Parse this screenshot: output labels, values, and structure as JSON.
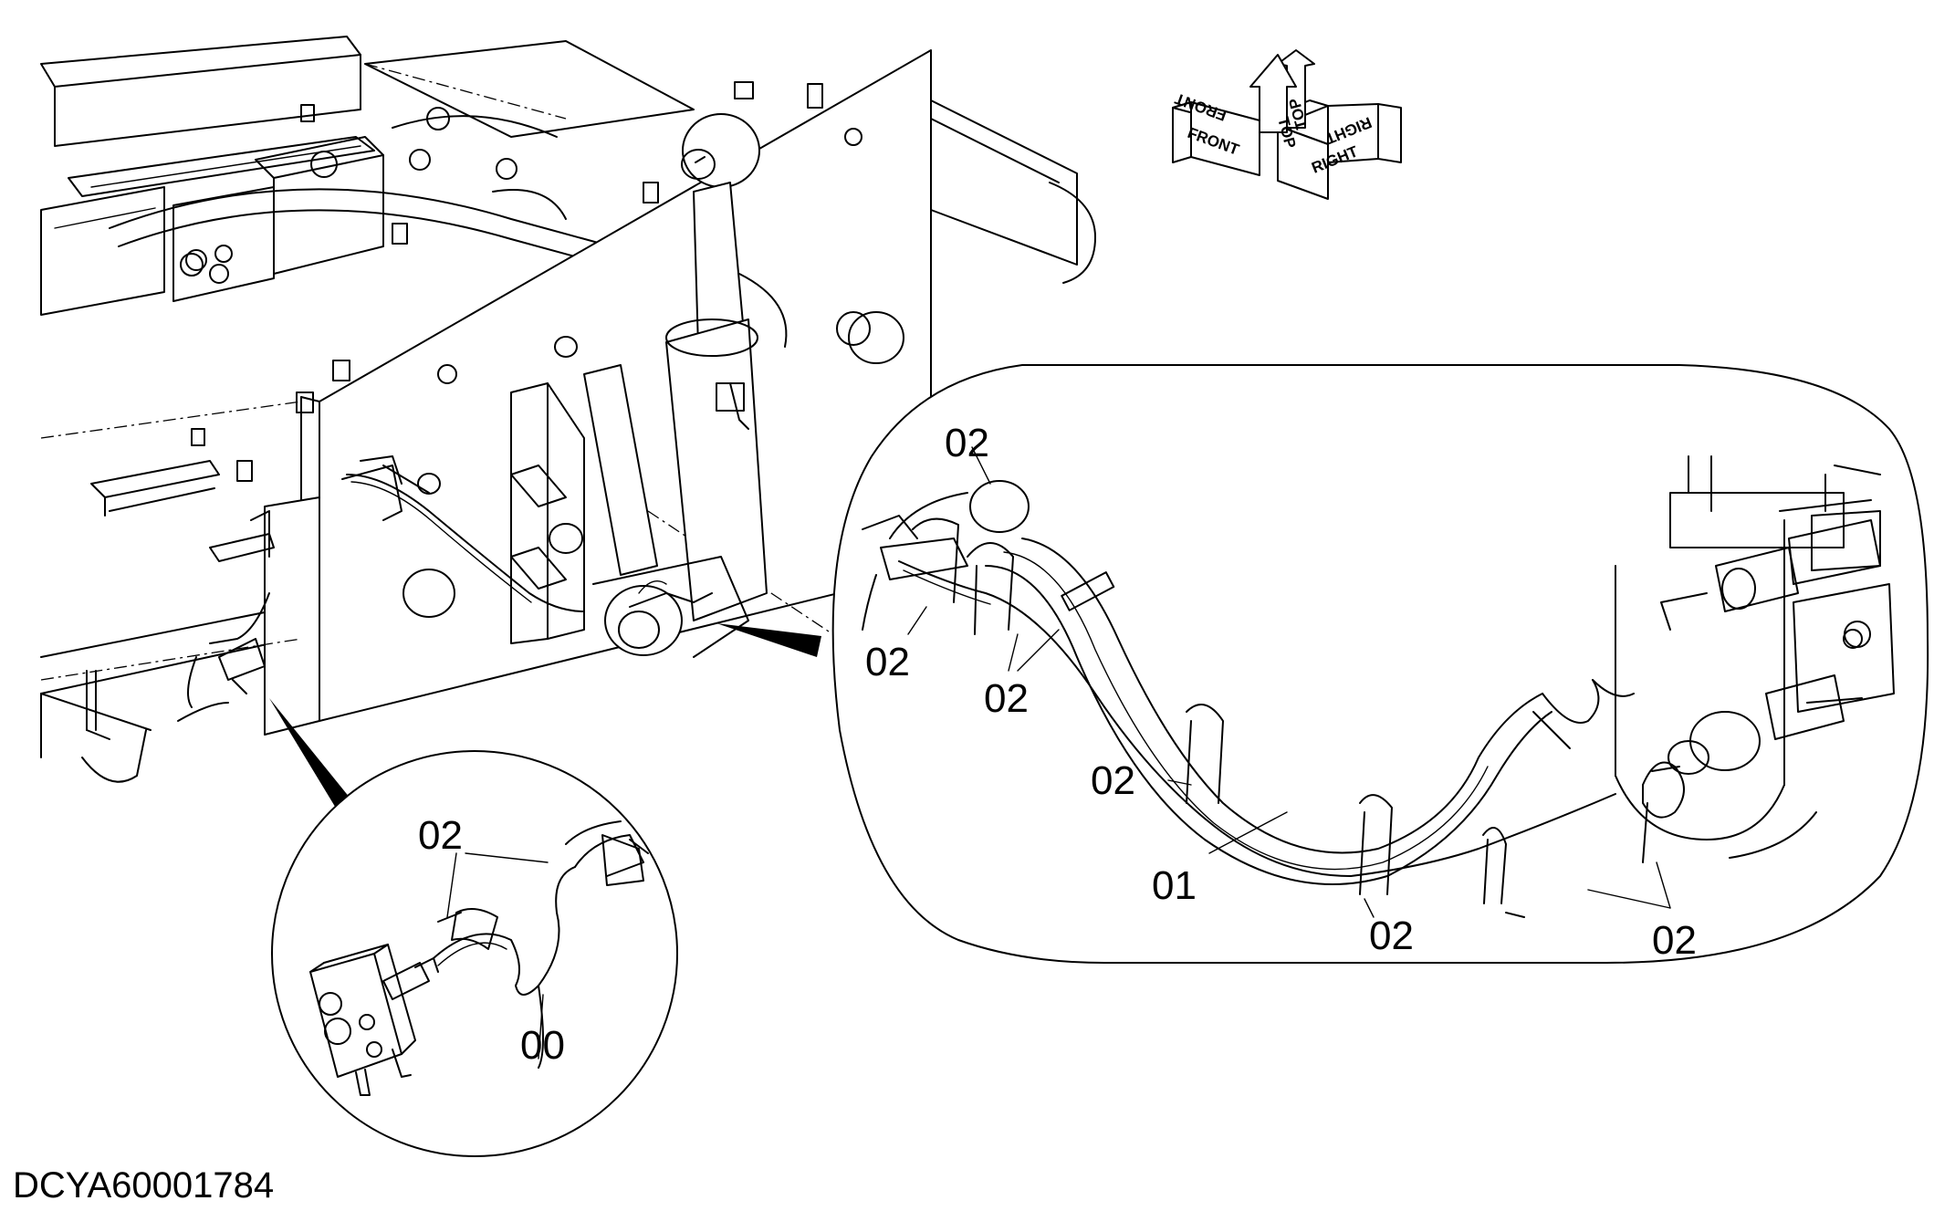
{
  "reference_id": "DCYA60001784",
  "orientation": {
    "front": "FRONT",
    "front_mirrored": "FRONT",
    "top": "TOP",
    "top_mirrored": "TOP",
    "right": "RIGHT",
    "right_mirrored": "RIGHT"
  },
  "callouts": {
    "detail_right": [
      "02",
      "02",
      "02",
      "02",
      "01",
      "02",
      "02"
    ],
    "detail_left": [
      "02",
      "00"
    ]
  }
}
